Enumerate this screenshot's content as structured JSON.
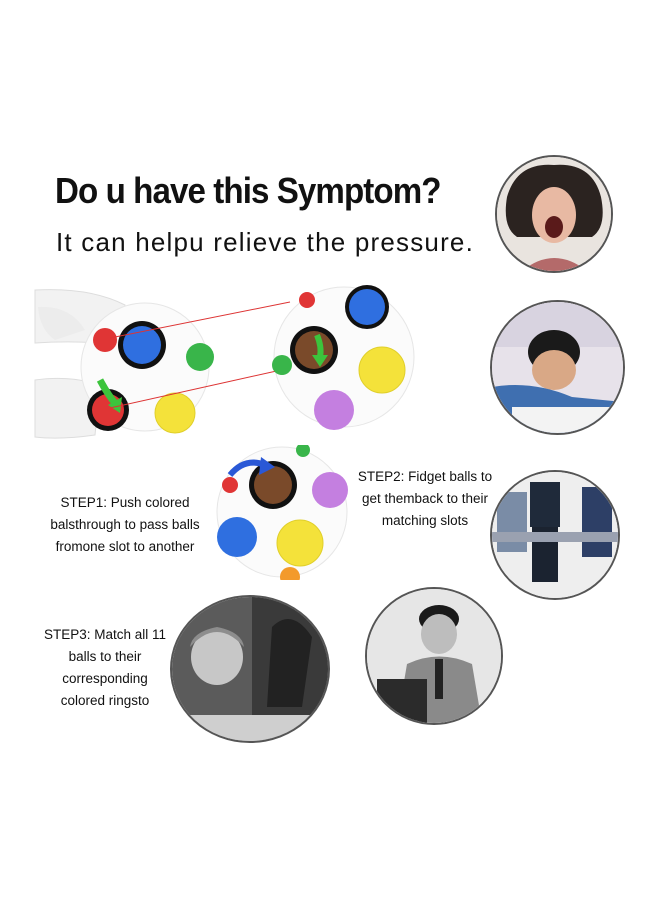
{
  "headline": "Do u have this Symptom?",
  "subheadline": "It can helpu relieve the pressure.",
  "steps": {
    "step1": [
      "STEP1: Push colored",
      "balsthrough to pass balls",
      "fromone slot to another"
    ],
    "step2": [
      "STEP2: Fidget balls to",
      "get themback to their",
      "matching slots"
    ],
    "step3": [
      "STEP3:  Match all 11",
      "balls to their",
      "corresponding",
      "colored ringsto"
    ]
  },
  "colors": {
    "blue": "#2f6fe0",
    "yellow": "#f4e23a",
    "purple": "#c47fe0",
    "red": "#e03535",
    "green": "#39b54a",
    "orange": "#f39a2b",
    "arrow_green": "#3cc43c",
    "arrow_blue": "#2a58d6"
  }
}
